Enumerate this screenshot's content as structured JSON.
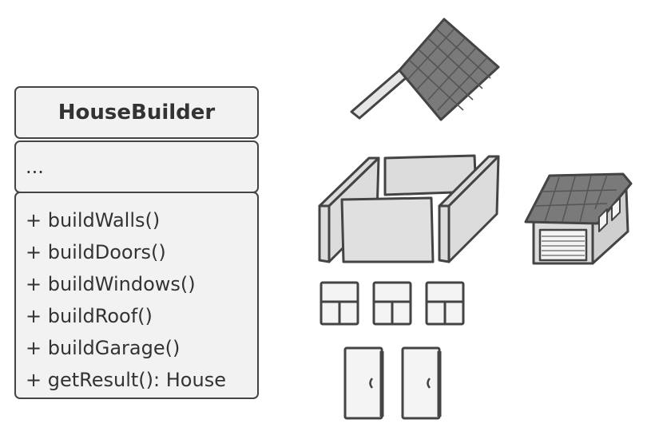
{
  "class_box": {
    "name": "HouseBuilder",
    "attributes": "...",
    "methods": [
      "+ buildWalls()",
      "+ buildDoors()",
      "+ buildWindows()",
      "+ buildRoof()",
      "+ buildGarage()",
      "+ getResult(): House"
    ]
  },
  "colors": {
    "outline": "#444444",
    "box_fill": "#f2f2f2",
    "roof_tile": "#7a7a7a",
    "wall": "#dcdcdc"
  },
  "illustration_parts": [
    "roof-icon",
    "walls-icon",
    "garage-icon",
    "window-icon",
    "door-icon"
  ]
}
